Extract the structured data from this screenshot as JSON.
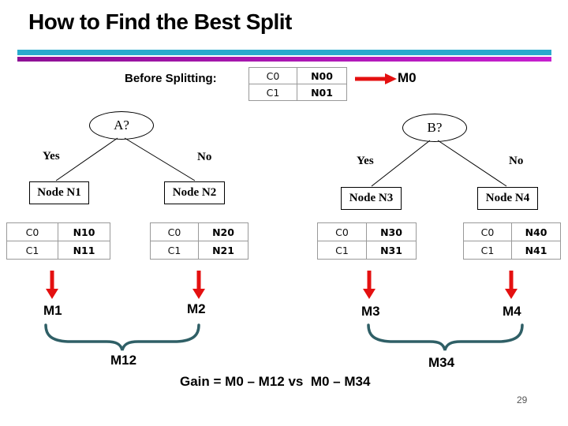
{
  "slide": {
    "title": "How to Find the Best Split",
    "page_number": "29"
  },
  "colors": {
    "bar_cyan": "#29aacd",
    "bar_magenta_dark": "#8e1095",
    "bar_magenta_bright": "#c71fcf",
    "arrow_red": "#e41010",
    "brace_teal": "#2f5f66"
  },
  "before_splitting": {
    "label": "Before Splitting:",
    "table": [
      [
        "C0",
        "N00"
      ],
      [
        "C1",
        "N01"
      ]
    ],
    "measure_label": "M0"
  },
  "tree_a": {
    "question": "A?",
    "yes_label": "Yes",
    "no_label": "No",
    "left_node_label": "Node N1",
    "right_node_label": "Node N2"
  },
  "tree_b": {
    "question": "B?",
    "yes_label": "Yes",
    "no_label": "No",
    "left_node_label": "Node N3",
    "right_node_label": "Node N4"
  },
  "node_tables": [
    [
      [
        "C0",
        "N10"
      ],
      [
        "C1",
        "N11"
      ]
    ],
    [
      [
        "C0",
        "N20"
      ],
      [
        "C1",
        "N21"
      ]
    ],
    [
      [
        "C0",
        "N30"
      ],
      [
        "C1",
        "N31"
      ]
    ],
    [
      [
        "C0",
        "N40"
      ],
      [
        "C1",
        "N41"
      ]
    ]
  ],
  "measures": {
    "m1": "M1",
    "m2": "M2",
    "m3": "M3",
    "m4": "M4",
    "m12": "M12",
    "m34": "M34"
  },
  "gain_line": "Gain = M0 – M12 vs  M0 – M34"
}
